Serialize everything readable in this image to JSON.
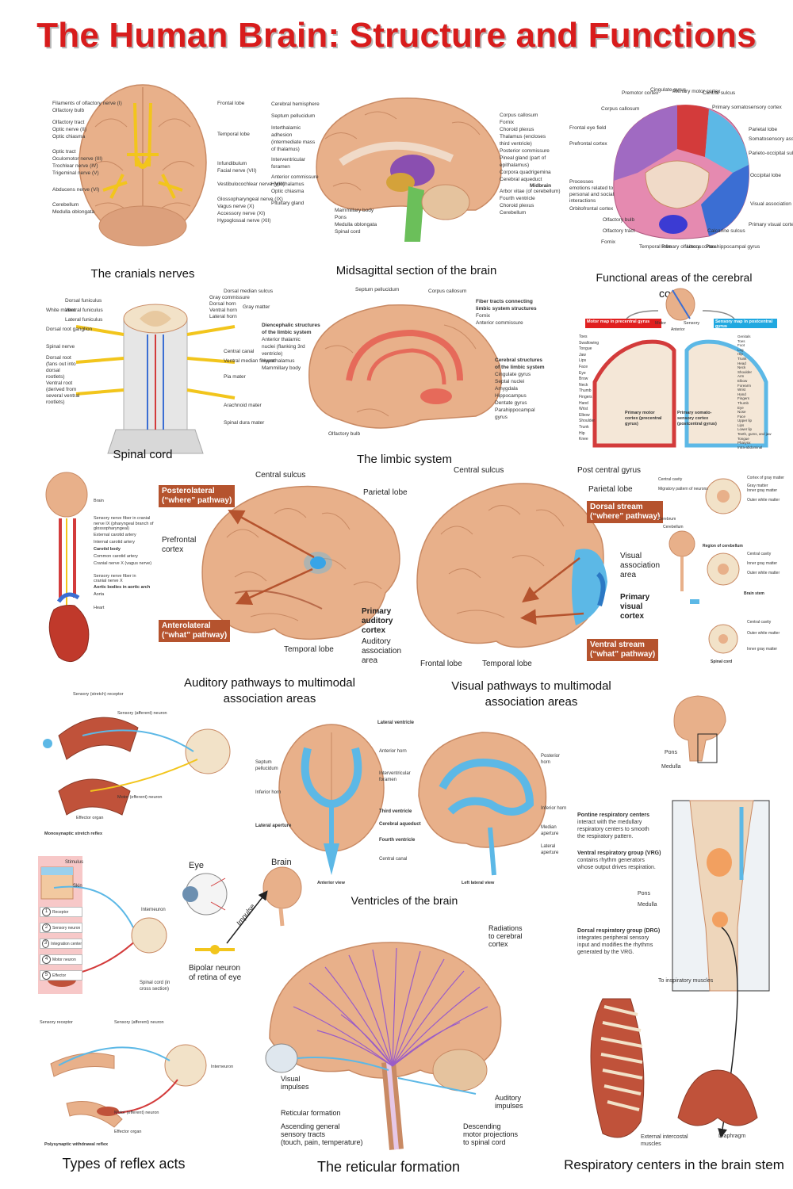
{
  "title": "The Human Brain: Structure and Functions",
  "captions": {
    "cranial_nerves": "The cranials nerves",
    "midsagittal": "Midsagittal section of the brain",
    "functional_areas": "Functional areas of the cerebral cortex",
    "spinal_cord": "Spinal cord",
    "limbic": "The limbic system",
    "auditory_1": "Auditory pathways to multimodal",
    "auditory_2": "association areas",
    "visual_1": "Visual pathways to multimodal",
    "visual_2": "association areas",
    "ventricles": "Ventricles of the brain",
    "reflex": "Types of reflex acts",
    "reticular": "The reticular formation",
    "respiratory": "Respiratory centers in the brain stem"
  },
  "cranial_labels": {
    "left": [
      "Filaments of olfactory nerve (I)",
      "Olfactory bulb",
      "Olfactory tract",
      "Optic nerve (II)",
      "Optic chiasma",
      "Optic tract",
      "Oculomotor nerve (III)",
      "Trochlear nerve (IV)",
      "Trigeminal nerve (V)",
      "Abducens nerve (VI)",
      "Cerebellum",
      "Medulla oblongata"
    ],
    "right": [
      "Frontal lobe",
      "Temporal lobe",
      "Infundibulum",
      "Facial nerve (VII)",
      "Vestibulocochlear nerve (VIII)",
      "Glossopharyngeal nerve (IX)",
      "Vagus nerve (X)",
      "Accessory nerve (XI)",
      "Hypoglossal nerve (XII)"
    ]
  },
  "midsagittal_labels": {
    "left": [
      "Cerebral hemisphere",
      "Septum pellucidum",
      "Interthalamic adhesion (intermediate mass of thalamus)",
      "Interventricular foramen",
      "Anterior commissure",
      "Hypothalamus",
      "Optic chiasma",
      "Pituitary gland",
      "Mammillary body",
      "Pons",
      "Medulla oblongata",
      "Spinal cord"
    ],
    "right": [
      "Corpus callosum",
      "Fornix",
      "Choroid plexus",
      "Thalamus (encloses third ventricle)",
      "Posterior commissure",
      "Pineal gland (part of epithalamus)",
      "Corpora quadrigemina",
      "Cerebral aqueduct",
      "Arbor vitae (of cerebellum)",
      "Fourth ventricle",
      "Choroid plexus",
      "Cerebellum"
    ],
    "midbrain": "Midbrain"
  },
  "functional_labels": [
    "Premotor cortex",
    "Cingulate gyrus",
    "Primary motor cortex",
    "Central sulcus",
    "Corpus callosum",
    "Primary somatosensory cortex",
    "Frontal eye field",
    "Parietal lobe",
    "Prefrontal cortex",
    "Somatosensory association cortex",
    "Parieto-occipital sulcus",
    "Occipital lobe",
    "Processes emotions related to personal and social interactions",
    "Visual association area",
    "Orbitofrontal cortex",
    "Olfactory bulb",
    "Olfactory tract",
    "Calcarine sulcus",
    "Primary visual cortex",
    "Fornix",
    "Temporal lobe",
    "Primary olfactory cortex",
    "Uncus",
    "Parahippocampal gyrus"
  ],
  "spinal_labels": [
    "Dorsal median sulcus",
    "Dorsal funiculus",
    "Gray commissure",
    "Ventral funiculus",
    "Dorsal horn",
    "Lateral funiculus",
    "Ventral horn",
    "Gray matter",
    "Lateral horn",
    "White matter",
    "Dorsal root ganglion",
    "Spinal nerve",
    "Central canal",
    "Dorsal root (fans out into dorsal rootlets)",
    "Ventral median fissure",
    "Pia mater",
    "Ventral root (derived from several ventral rootlets)",
    "Arachnoid mater",
    "Spinal dura mater"
  ],
  "limbic_labels": {
    "top": [
      "Septum pellucidum",
      "Corpus callosum"
    ],
    "fiber": [
      "Fiber tracts connecting limbic system structures",
      "Fornix",
      "Anterior commissure"
    ],
    "dien": [
      "Diencephalic structures of the limbic system",
      "Anterior thalamic nuclei (flanking 3rd ventricle)",
      "Hypothalamus",
      "Mammillary body"
    ],
    "cerebral": [
      "Cerebral structures of the limbic system",
      "Cingulate gyrus",
      "Septal nuclei",
      "Amygdala",
      "Hippocampus",
      "Dentate gyrus",
      "Parahippocampal gyrus"
    ],
    "bottom": "Olfactory bulb"
  },
  "homunculus": {
    "motor": "Motor map in precentral gyrus",
    "sensory": "Sensory map in postcentral gyrus",
    "top": [
      "Motor",
      "Sensory",
      "Anterior"
    ],
    "motor_parts": [
      "Toes",
      "Swallowing",
      "Tongue",
      "Jaw",
      "Lips",
      "Face",
      "Eye",
      "Brow",
      "Neck",
      "Thumb",
      "Fingers",
      "Hand",
      "Wrist",
      "Elbow",
      "Shoulder",
      "Trunk",
      "Hip",
      "Knee"
    ],
    "sensory_parts": [
      "Genitals",
      "Toes",
      "Foot",
      "Leg",
      "Hip",
      "Trunk",
      "Head",
      "Neck",
      "Shoulder",
      "Arm",
      "Elbow",
      "Forearm",
      "Wrist",
      "Hand",
      "Fingers",
      "Thumb",
      "Eye",
      "Nose",
      "Face",
      "Upper lip",
      "Lips",
      "Lower lip",
      "Teeth, gums, and jaw",
      "Tongue",
      "Pharynx",
      "Intra-abdominal"
    ],
    "motor_cortex": "Primary motor cortex (precentral gyrus)",
    "sensory_cortex": "Primary somato-sensory cortex (postcentral gyrus)"
  },
  "vagus_labels": [
    "Brain",
    "Sensory nerve fiber in cranial nerve IX (pharyngeal branch of glossopharyngeal)",
    "External carotid artery",
    "Internal carotid artery",
    "Carotid body",
    "Common carotid artery",
    "Cranial nerve X (vagus nerve)",
    "Sensory nerve fiber in cranial nerve X",
    "Aortic bodies in aortic arch",
    "Aorta",
    "Heart"
  ],
  "auditory": {
    "central_sulcus": "Central sulcus",
    "parietal_lobe": "Parietal lobe",
    "posterolateral": [
      "Posterolateral",
      "(“where” pathway)"
    ],
    "prefrontal": [
      "Prefrontal",
      "cortex"
    ],
    "anterolateral": [
      "Anterolateral",
      "(“what” pathway)"
    ],
    "primary_auditory": [
      "Primary",
      "auditory",
      "cortex"
    ],
    "auditory_assoc": [
      "Auditory",
      "association",
      "area"
    ],
    "temporal_lobe": "Temporal lobe"
  },
  "visual": {
    "central_sulcus": "Central sulcus",
    "post_central": "Post central gyrus",
    "parietal_lobe": "Parietal lobe",
    "dorsal": [
      "Dorsal stream",
      "(“where” pathway)"
    ],
    "visual_assoc": [
      "Visual",
      "association",
      "area"
    ],
    "primary_visual": [
      "Primary",
      "visual",
      "cortex"
    ],
    "ventral": [
      "Ventral stream",
      "(“what” pathway)"
    ],
    "frontal_lobe": "Frontal lobe",
    "temporal_lobe": "Temporal lobe"
  },
  "cerebellum_labels": [
    "Central cavity",
    "Cortex of gray matter",
    "Migratory pattern of neurons",
    "Inner gray matter",
    "Outer white matter",
    "Gray matter",
    "Cerebrum",
    "Cerebellum",
    "Region of cerebellum",
    "Central cavity",
    "Inner gray matter",
    "Outer white matter",
    "Brain stem",
    "Central cavity",
    "Outer white matter",
    "Inner gray matter",
    "Spinal cord"
  ],
  "stretch_reflex": [
    "Sensory (stretch) receptor",
    "Sensory (afferent) neuron",
    "Motor (efferent) neuron",
    "Effector organ",
    "Monosynaptic stretch reflex"
  ],
  "reflex_arc": {
    "top": [
      "Stimulus",
      "Skin"
    ],
    "steps": [
      "Receptor",
      "Sensory neuron",
      "Integration center",
      "Motor neuron",
      "Effector"
    ],
    "interneuron": "Interneuron",
    "spinal": "Spinal cord (in cross section)"
  },
  "eye": {
    "eye": "Eye",
    "brain": "Brain",
    "impulse": "Impulse",
    "bipolar": [
      "Bipolar neuron",
      "of retina of eye"
    ]
  },
  "withdrawal": [
    "Sensory receptor",
    "Sensory (afferent) neuron",
    "Interneuron",
    "Motor (efferent) neuron",
    "Effector organ",
    "Polysynaptic withdrawal reflex"
  ],
  "ventricle_labels": {
    "top": "Lateral ventricle",
    "items": [
      "Anterior horn",
      "Septum pellucidum",
      "Interventricular foramen",
      "Inferior horn",
      "Third ventricle",
      "Cerebral aqueduct",
      "Lateral aperture",
      "Fourth ventricle",
      "Central canal"
    ],
    "right": [
      "Posterior horn",
      "Inferior horn",
      "Median aperture",
      "Lateral aperture"
    ],
    "views": [
      "Anterior view",
      "Left lateral view"
    ]
  },
  "reticular": {
    "radiations": [
      "Radiations",
      "to cerebral",
      "cortex"
    ],
    "visual": [
      "Visual",
      "impulses"
    ],
    "auditory": [
      "Auditory",
      "impulses"
    ],
    "reticular_formation": "Reticular formation",
    "ascending": [
      "Ascending general",
      "sensory tracts",
      "(touch, pain, temperature)"
    ],
    "descending": [
      "Descending",
      "motor projections",
      "to spinal cord"
    ]
  },
  "respiratory": {
    "pons": "Pons",
    "medulla": "Medulla",
    "prc_title": "Pontine respiratory centers",
    "prc_text": [
      "interact with the medullary",
      "respiratory centers to smooth",
      "the respiratory pattern."
    ],
    "vrg_title": "Ventral respiratory group (VRG)",
    "vrg_text": [
      "contains rhythm generators",
      "whose output drives respiration."
    ],
    "drg_title": "Dorsal respiratory group (DRG)",
    "drg_text": [
      "integrates peripheral sensory",
      "input and modifies the rhythms",
      "generated by the VRG."
    ],
    "inspiratory": "To inspiratory muscles",
    "intercostal": [
      "External intercostal",
      "muscles"
    ],
    "diaphragm": "Diaphragm"
  },
  "colors": {
    "title": "#d81c1c",
    "brain": "#e8b08a",
    "brain_dark": "#c98a64",
    "nerve": "#f2c51c",
    "label_box": "#b5532e",
    "blue": "#5cb8e6",
    "purple": "#a06ac2",
    "red": "#d33b3b"
  }
}
